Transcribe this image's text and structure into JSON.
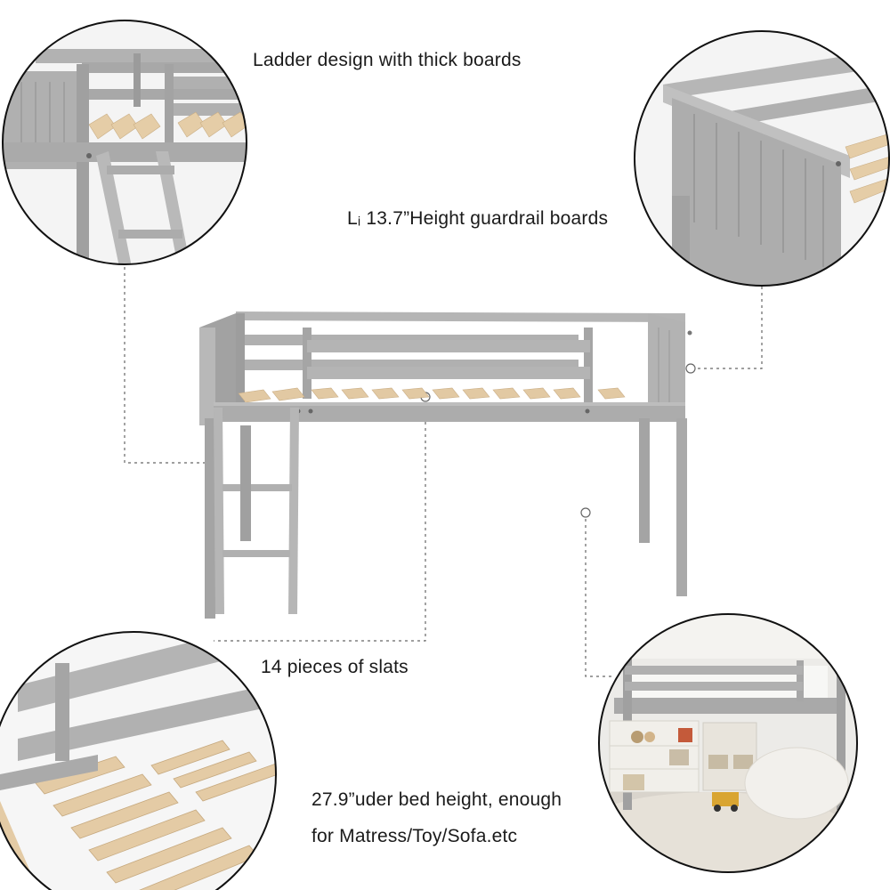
{
  "captions": {
    "ladder": "Ladder design with thick boards",
    "guardrail": "Lᵢ 13.7”Height guardrail boards",
    "slats": "14 pieces of slats",
    "under_bed_line1": "27.9”uder bed height, enough",
    "under_bed_line2": "for Matress/Toy/Sofa.etc"
  },
  "colors": {
    "frame": "#a9a9a9",
    "frame_dark": "#8e8e8e",
    "slat": "#e2c9a3",
    "leader": "#666666"
  }
}
